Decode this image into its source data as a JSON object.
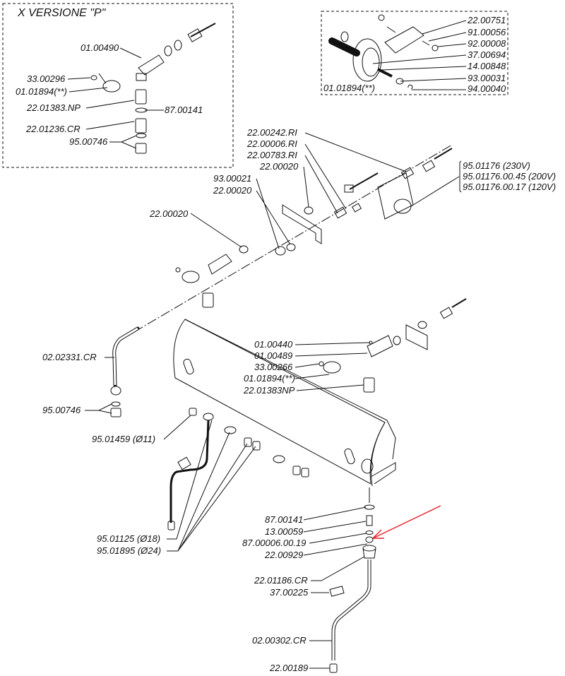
{
  "inset_p": {
    "title": "X VERSIONE \"P\"",
    "labels": [
      "01.00490",
      "33.00296",
      "01.01894(**)",
      "22.01383.NP",
      "87.00141",
      "22.01236.CR",
      "95.00746"
    ]
  },
  "inset_lever": {
    "labels": [
      "22.00751",
      "91.00056",
      "92.00008",
      "37.00694",
      "14.00848",
      "93.00031",
      "94.00040",
      "01.01894(**)"
    ]
  },
  "main": {
    "labels": [
      "22.00242.RI",
      "22.00006.RI",
      "22.00783.RI",
      "22.00020",
      "93.00021",
      "22.00020",
      "22.00020",
      "95.01176 (230V)",
      "95.01176.00.45 (200V)",
      "95.01176.00.17 (120V)",
      "02.02331.CR",
      "95.00746",
      "95.01459 (Ø11)",
      "01.00440",
      "01.00489",
      "33.00266",
      "01.01894(**)",
      "22.01383NP",
      "95.01125 (Ø18)",
      "95.01895 (Ø24)",
      "87.00141",
      "13.00059",
      "87.00006.00.19",
      "22.00929",
      "22.01186.CR",
      "37.00225",
      "02.00302.CR",
      "22.00189"
    ]
  },
  "colors": {
    "line": "#111111",
    "highlight_arrow": "#e8202a"
  }
}
